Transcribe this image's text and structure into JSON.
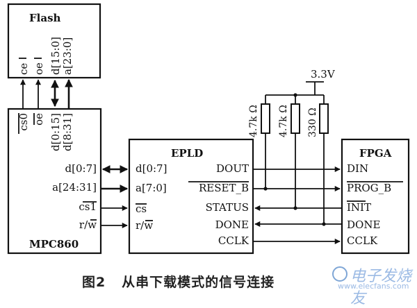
{
  "flash": {
    "title": "Flash",
    "pins": [
      "ce",
      "oe",
      "d[15:0]",
      "a[23:0]"
    ]
  },
  "mpc860": {
    "title": "MPC860",
    "top_pins": [
      "cs0",
      "oe",
      "d[0:15]",
      "d[8:31]"
    ],
    "right_pins": [
      "d[0:7]",
      "a[24:31]",
      "cs1",
      "r/w"
    ],
    "rw_over": "w"
  },
  "epld": {
    "title": "EPLD",
    "left_pins": [
      "d[0:7]",
      "a[7:0]",
      "cs",
      "r/w"
    ],
    "rw_over": "w",
    "right_pins": [
      "DOUT",
      "RESET_B",
      "STATUS",
      "DONE",
      "CCLK"
    ]
  },
  "fpga": {
    "title": "FPGA",
    "pins": [
      "DIN",
      "PROG_B",
      "INIT",
      "DONE",
      "CCLK"
    ]
  },
  "power": {
    "label": "3.3V",
    "resistors": [
      "4.7k Ω",
      "4.7k Ω",
      "330 Ω"
    ]
  },
  "caption": {
    "figure": "图2",
    "text": "从串下载模式的信号连接"
  },
  "watermark": {
    "text": "电子发烧友",
    "url": "www.elecfans.com"
  }
}
